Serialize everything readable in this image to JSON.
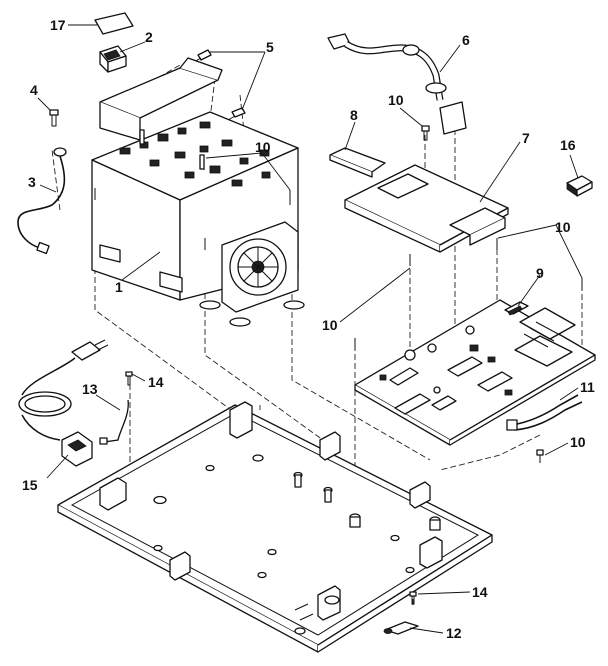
{
  "callouts": [
    {
      "id": "c17",
      "text": "17"
    },
    {
      "id": "c2",
      "text": "2"
    },
    {
      "id": "c5",
      "text": "5"
    },
    {
      "id": "c4",
      "text": "4"
    },
    {
      "id": "c6",
      "text": "6"
    },
    {
      "id": "c10a",
      "text": "10"
    },
    {
      "id": "c10b",
      "text": "10"
    },
    {
      "id": "c8",
      "text": "8"
    },
    {
      "id": "c7",
      "text": "7"
    },
    {
      "id": "c16",
      "text": "16"
    },
    {
      "id": "c3",
      "text": "3"
    },
    {
      "id": "c10c",
      "text": "10"
    },
    {
      "id": "c1",
      "text": "1"
    },
    {
      "id": "c10d",
      "text": "10"
    },
    {
      "id": "c9",
      "text": "9"
    },
    {
      "id": "c14a",
      "text": "14"
    },
    {
      "id": "c13",
      "text": "13"
    },
    {
      "id": "c11",
      "text": "11"
    },
    {
      "id": "c15",
      "text": "15"
    },
    {
      "id": "c10e",
      "text": "10"
    },
    {
      "id": "c14b",
      "text": "14"
    },
    {
      "id": "c12",
      "text": "12"
    }
  ]
}
